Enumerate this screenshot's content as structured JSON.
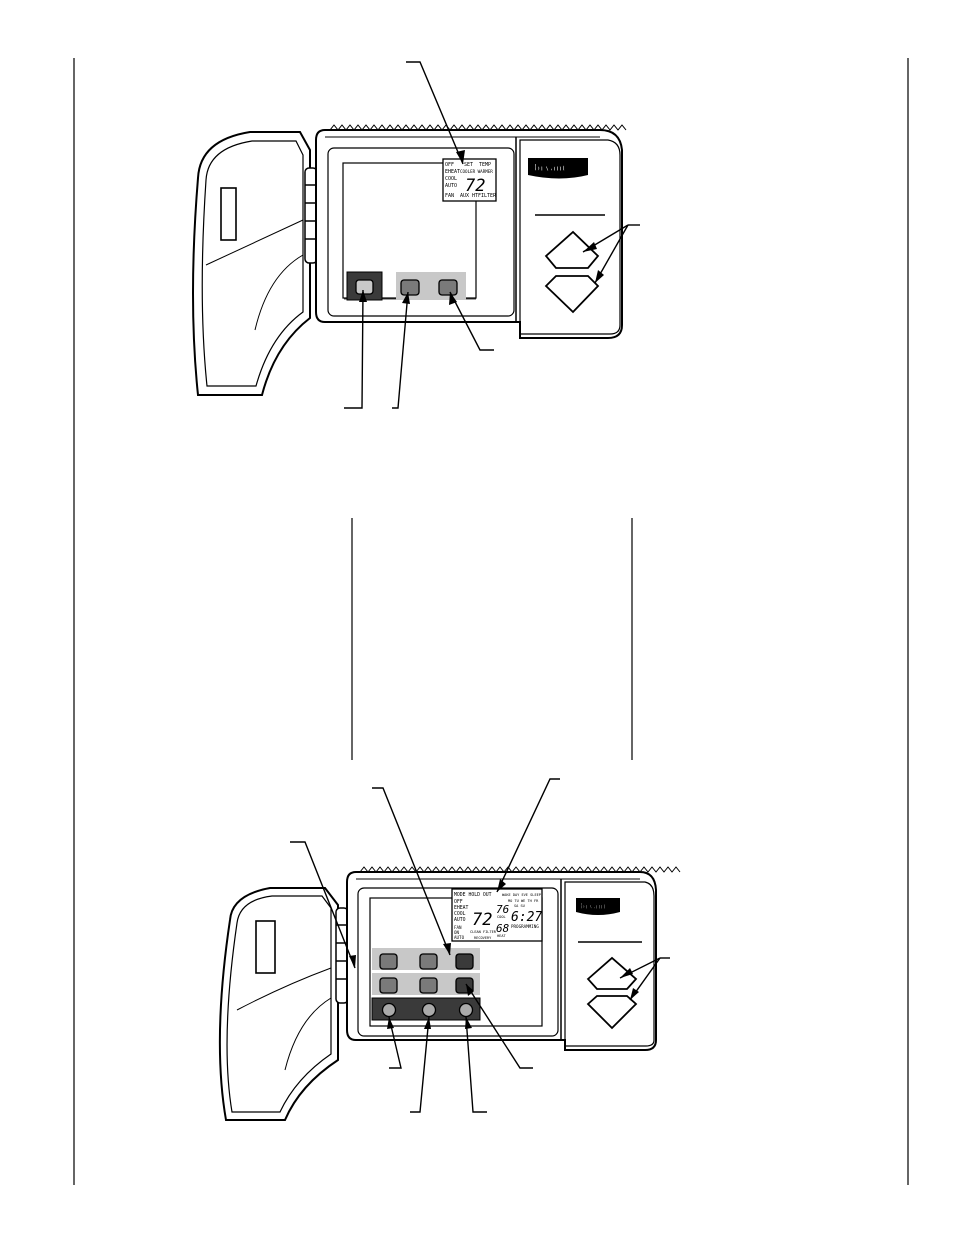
{
  "top_thermostat": {
    "brand": "bryant",
    "lcd": {
      "modes": [
        "OFF",
        "EHEAT",
        "COOL",
        "AUTO",
        "FAN"
      ],
      "set_label": "SET",
      "temp_label": "TEMP",
      "status_label": "COOLER WARMER",
      "temperature": "72",
      "aux_label": "AUX HT",
      "filter_label": "FILTER"
    }
  },
  "bottom_thermostat": {
    "brand": "bryant",
    "lcd": {
      "header": "MODE  HOLD  OUT",
      "day_header": "WAKE DAY  EVE SLEEP",
      "days_row1": "MO TU WE TH FR",
      "days_row2": "SA SU",
      "modes": [
        "OFF",
        "EHEAT",
        "COOL",
        "AUTO"
      ],
      "fan_labels": [
        "FAN",
        "ON",
        "AUTO"
      ],
      "temperature": "72",
      "set_cool": "76",
      "cool_label": "COOL",
      "set_heat": "68",
      "heat_label": "HEAT",
      "time": "6:27",
      "program_label": "PROGRAMMING",
      "bottom_labels": "CLEAN FILTER",
      "bottom_labels2": "RECOVERY"
    }
  },
  "colors": {
    "ink": "#000000",
    "panel_gray": "#c8c8c8",
    "dark_button": "#3a3a3a",
    "mid_button": "#7a7a7a"
  }
}
